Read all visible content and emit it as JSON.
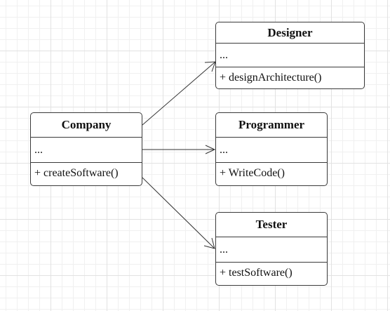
{
  "diagram": {
    "classes": [
      {
        "id": "company",
        "name": "Company",
        "attributes": "...",
        "methods": "+ createSoftware()"
      },
      {
        "id": "designer",
        "name": "Designer",
        "attributes": "...",
        "methods": "+ designArchitecture()"
      },
      {
        "id": "programmer",
        "name": "Programmer",
        "attributes": "...",
        "methods": "+ WriteCode()"
      },
      {
        "id": "tester",
        "name": "Tester",
        "attributes": "...",
        "methods": "+ testSoftware()"
      }
    ],
    "relations": [
      {
        "from": "company",
        "to": "designer",
        "type": "association"
      },
      {
        "from": "company",
        "to": "programmer",
        "type": "association"
      },
      {
        "from": "company",
        "to": "tester",
        "type": "association"
      }
    ],
    "colors": {
      "line": "#333333",
      "box_border": "#3a3a3a",
      "background": "#ffffff",
      "grid": "#e2e2e2"
    }
  }
}
